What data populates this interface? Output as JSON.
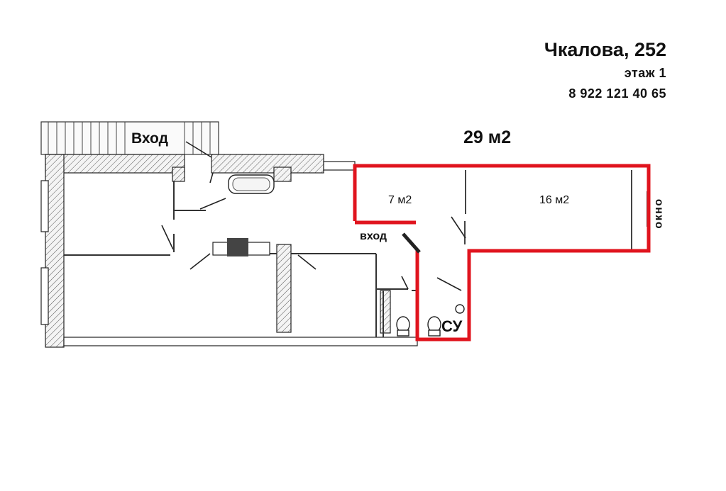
{
  "header": {
    "address": "Чкалова, 252",
    "floor": "этаж 1",
    "phone": "8 922 121 40 65"
  },
  "plan": {
    "total_area": "29 м2",
    "main_entrance_label": "Вход",
    "rooms": [
      {
        "name": "room-small",
        "area": "7 м2"
      },
      {
        "name": "room-large",
        "area": "16 м2"
      }
    ],
    "entrance_label": "вход",
    "bathroom_label": "СУ",
    "window_label": "окно"
  },
  "colors": {
    "highlight": "#e0141e",
    "wall": "#222222",
    "wall_fill": "#f2f2f2"
  }
}
